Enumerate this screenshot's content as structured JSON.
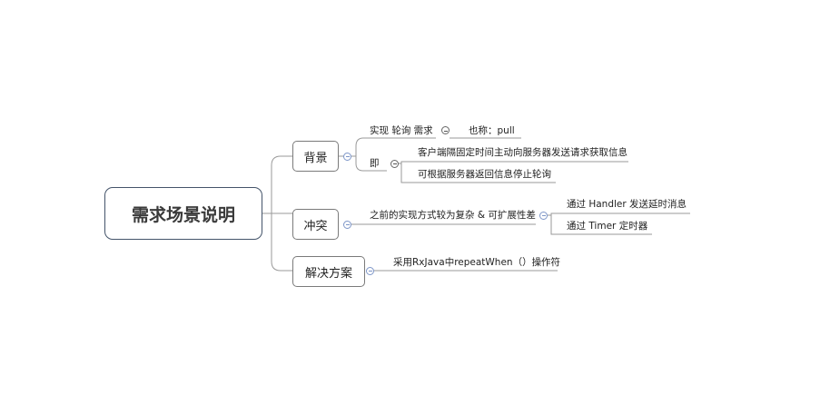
{
  "root": {
    "label": "需求场景说明"
  },
  "branches": {
    "background": {
      "label": "背景",
      "items": {
        "implement": {
          "label": "实现 轮询 需求",
          "aka": "也称：pull"
        },
        "ie": {
          "label": "即",
          "details": [
            "客户端隔固定时间主动向服务器发送请求获取信息",
            "可根据服务器返回信息停止轮询"
          ]
        }
      }
    },
    "conflict": {
      "label": "冲突",
      "items": {
        "previous": {
          "label": "之前的实现方式较为复杂 & 可扩展性差",
          "details": [
            "通过 Handler 发送延时消息",
            "通过 Timer 定时器"
          ]
        }
      }
    },
    "solution": {
      "label": "解决方案",
      "items": {
        "rxjava": {
          "label": "采用RxJava中repeatWhen（）操作符"
        }
      }
    }
  },
  "colors": {
    "line": "#9a9a9a",
    "root_border": "#44546a",
    "toggle_accent": "#7d96c8"
  }
}
